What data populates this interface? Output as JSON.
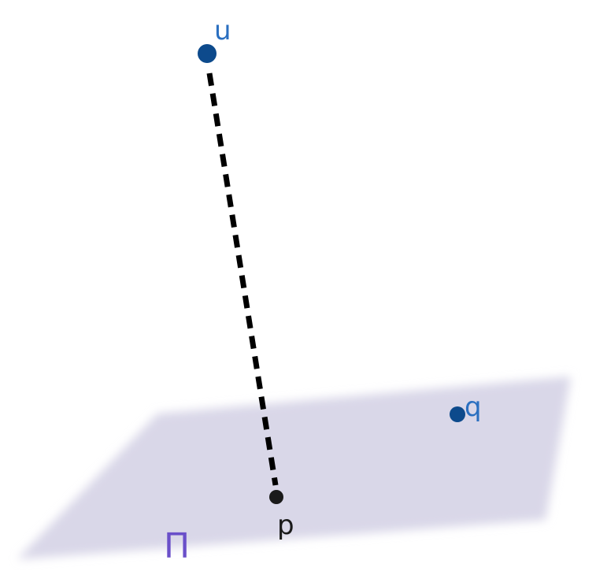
{
  "diagram": {
    "plane": {
      "label": "Π",
      "fill_color": "#d9d7e8",
      "label_color": "#6a4fc9"
    },
    "points": {
      "u": {
        "label": "u",
        "color": "#0d4a8c",
        "label_color": "#2a6fc0"
      },
      "q": {
        "label": "q",
        "color": "#0d4a8c",
        "label_color": "#2a6fc0"
      },
      "p": {
        "label": "p",
        "color": "#1a1a1a",
        "label_color": "#1a1a1a"
      }
    },
    "segment": {
      "from": "u",
      "to": "p",
      "style": "dashed",
      "color": "#000000"
    }
  }
}
